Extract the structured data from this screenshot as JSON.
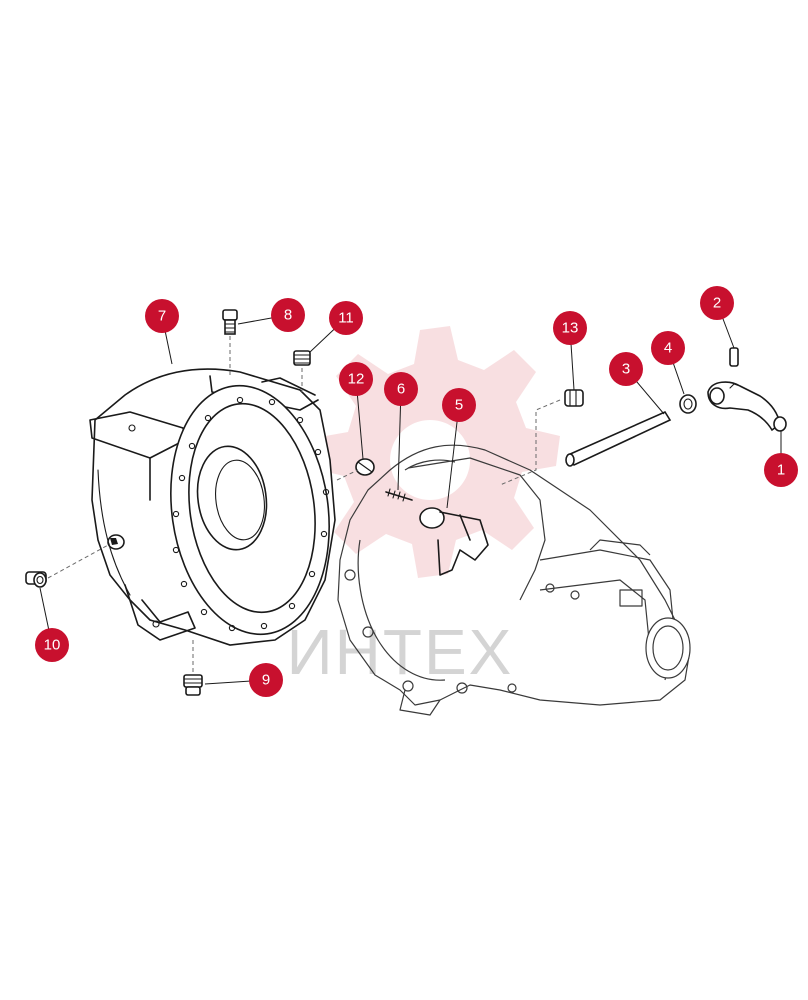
{
  "colors": {
    "callout": "#c8102e",
    "callout_text": "#ffffff",
    "watermark_gear": "#f3c4c8",
    "watermark_text": "#d4d4d4",
    "line": "#1a1a1a"
  },
  "watermark": {
    "logo_text": "ИНТЕХ"
  },
  "callouts": [
    {
      "id": "1",
      "label": "1"
    },
    {
      "id": "2",
      "label": "2"
    },
    {
      "id": "3",
      "label": "3"
    },
    {
      "id": "4",
      "label": "4"
    },
    {
      "id": "5",
      "label": "5"
    },
    {
      "id": "6",
      "label": "6"
    },
    {
      "id": "7",
      "label": "7"
    },
    {
      "id": "8",
      "label": "8"
    },
    {
      "id": "9",
      "label": "9"
    },
    {
      "id": "10",
      "label": "10"
    },
    {
      "id": "11",
      "label": "11"
    },
    {
      "id": "12",
      "label": "12"
    },
    {
      "id": "13",
      "label": "13"
    }
  ]
}
